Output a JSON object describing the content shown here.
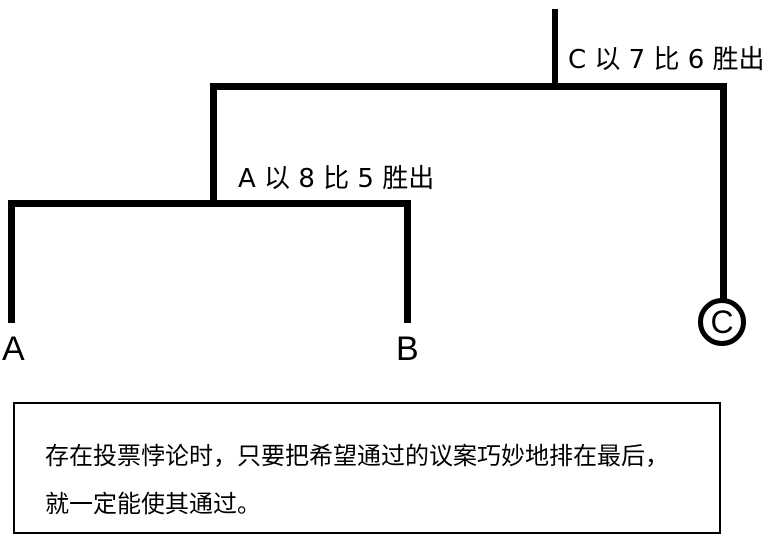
{
  "diagram": {
    "type": "voting-tree",
    "leaves": [
      {
        "id": "A",
        "label": "A"
      },
      {
        "id": "B",
        "label": "B"
      },
      {
        "id": "C",
        "label": "C",
        "highlighted": true
      }
    ],
    "rounds": [
      {
        "label": "A 以 8 比 5 胜出",
        "between": [
          "A",
          "B"
        ],
        "winner": "A"
      },
      {
        "label": "C 以 7 比 6 胜出",
        "between": [
          "A",
          "C"
        ],
        "winner": "C"
      }
    ]
  },
  "note": {
    "text": "存在投票悖论时，只要把希望通过的议案巧妙地排在最后，就一定能使其通过。"
  }
}
